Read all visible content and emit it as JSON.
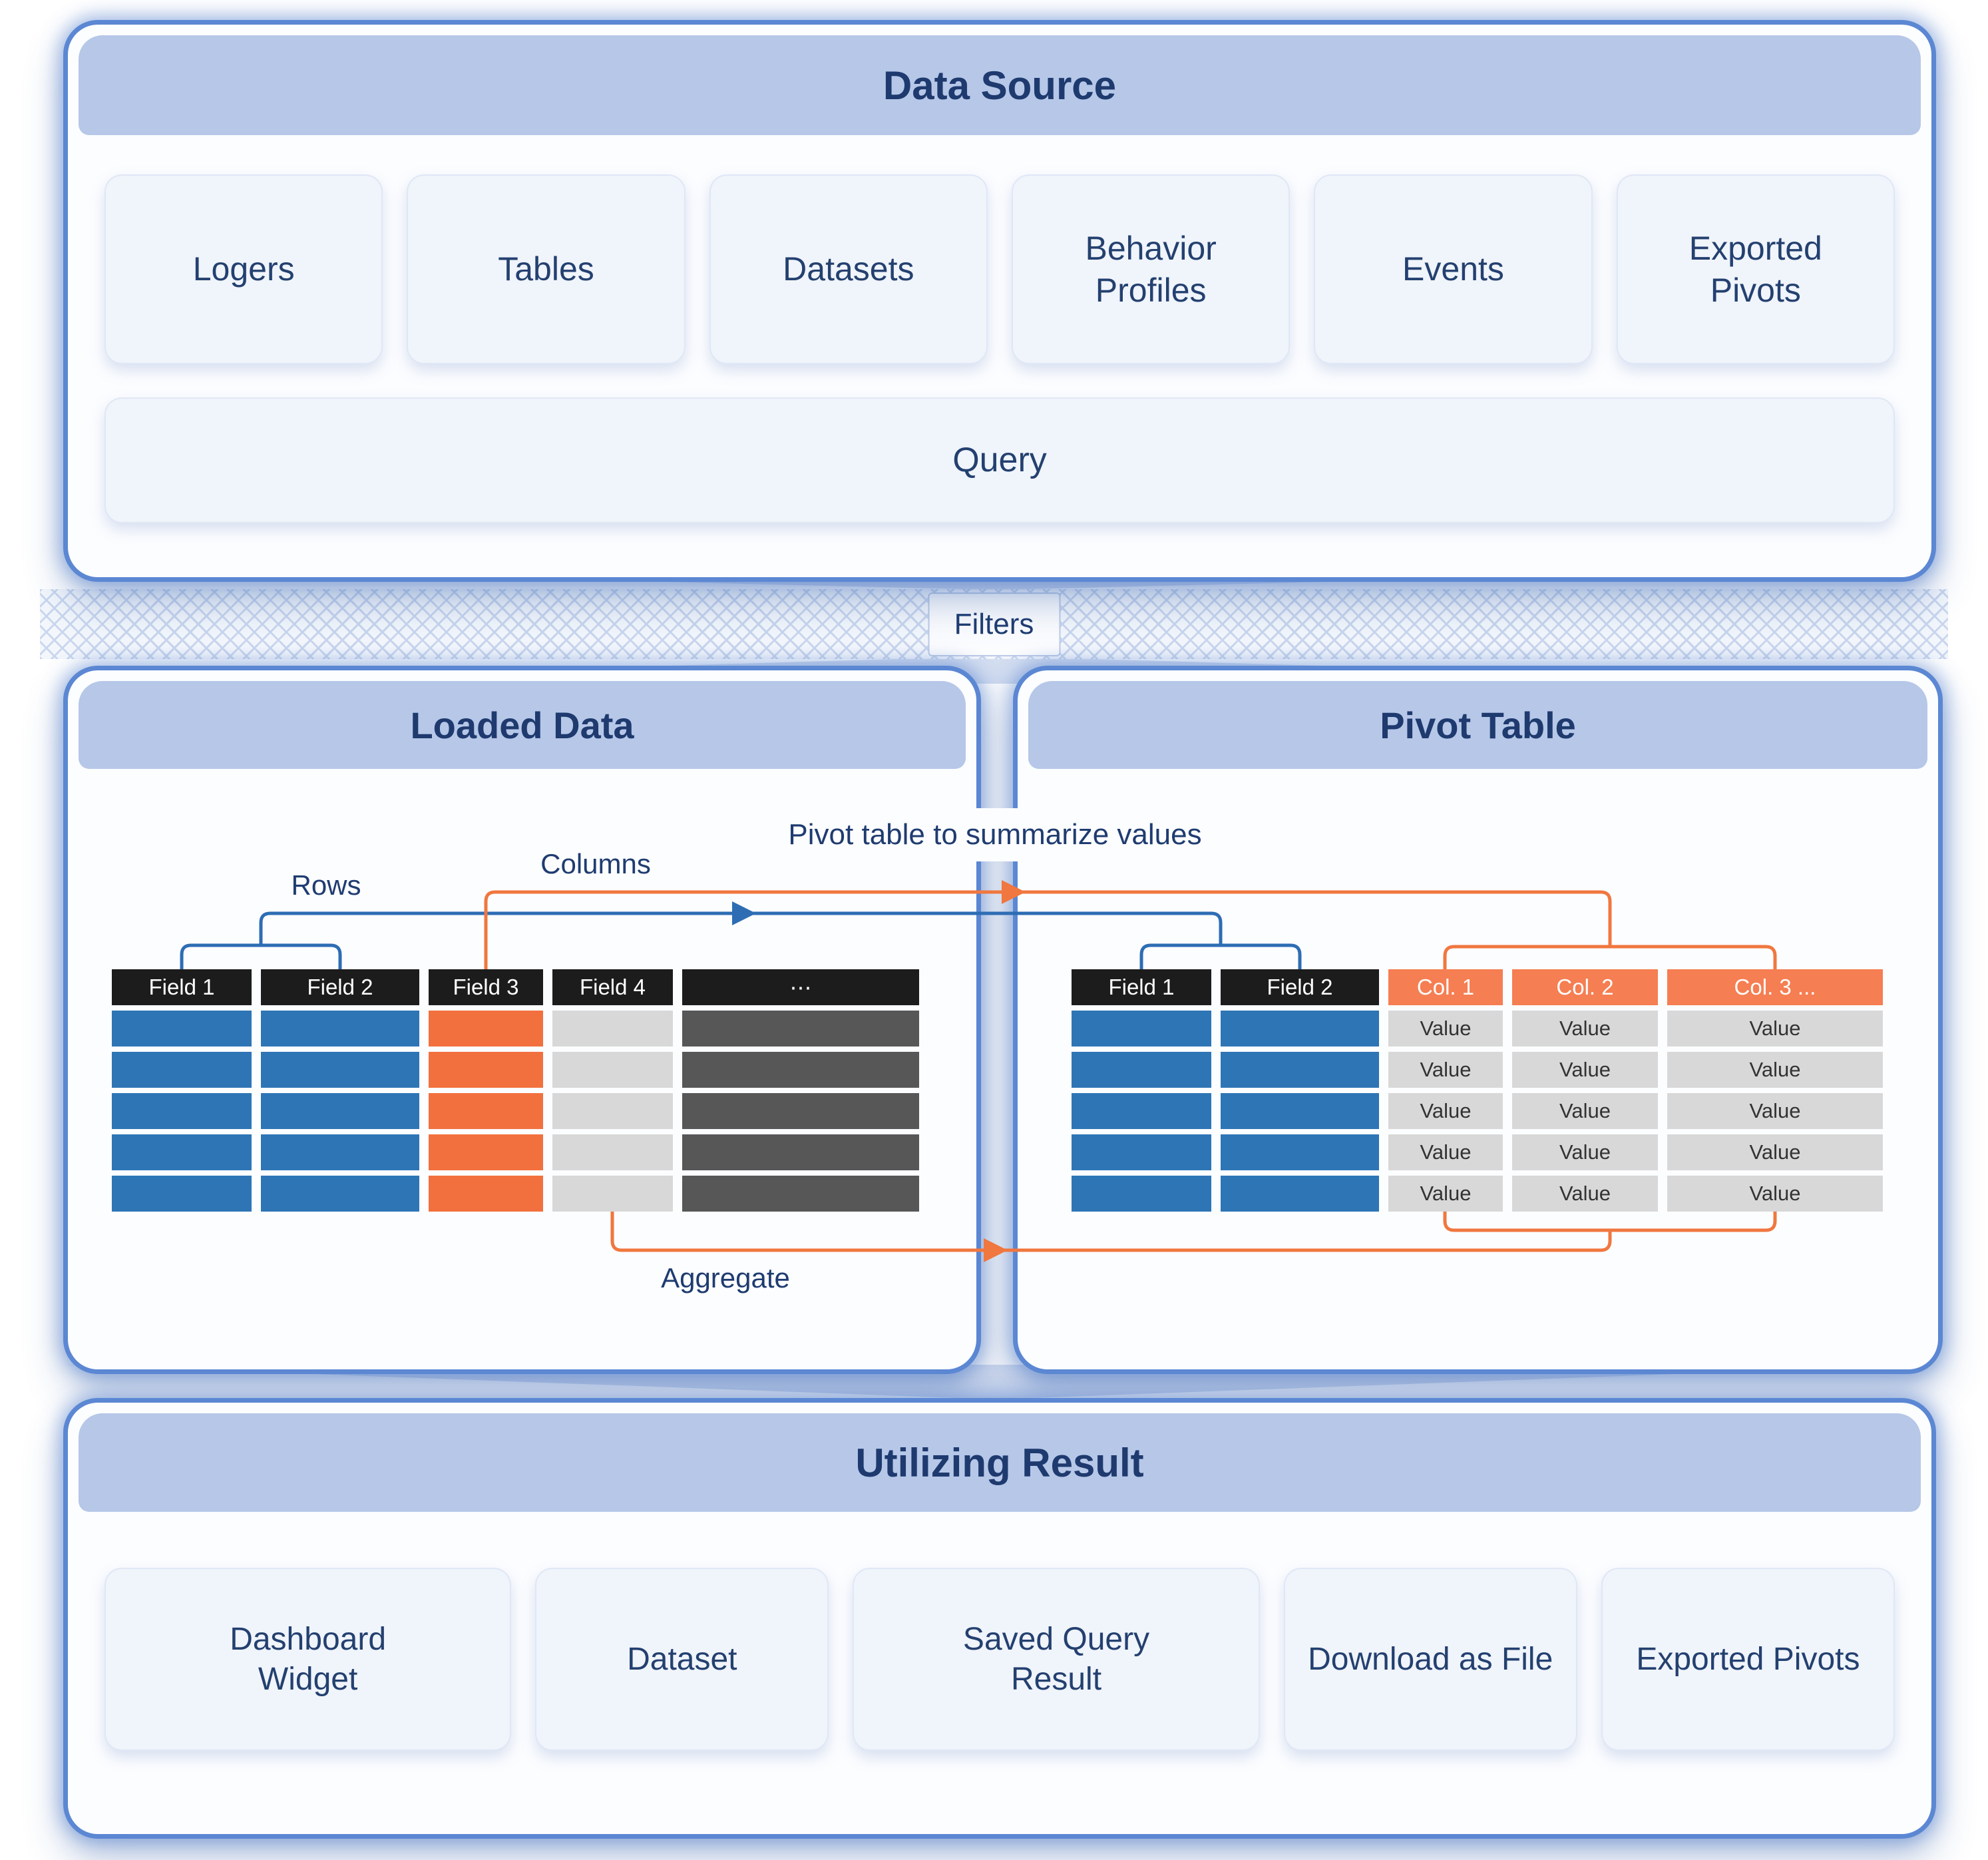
{
  "colors": {
    "header-bar": "#b6c7e8",
    "title-text": "#1e3a6e",
    "card-bg": "#f0f4fb",
    "card-border": "#e0e7f5",
    "container-border": "#5b87d3",
    "cell-blue": "#2e75b6",
    "cell-orange": "#f2703e",
    "header-orange": "#f57e52",
    "header-black": "#1c1c1c",
    "cell-lightgray": "#d8d8d8",
    "cell-darkgray": "#575757",
    "arrow-blue": "#2e6db4",
    "arrow-orange": "#f0773f",
    "hatch": "#c9d6ee",
    "funnel": "#ccd8ef"
  },
  "data_source": {
    "title": "Data Source",
    "items": [
      "Logers",
      "Tables",
      "Datasets",
      "Behavior Profiles",
      "Events",
      "Exported Pivots"
    ],
    "query_label": "Query"
  },
  "filters": {
    "label": "Filters"
  },
  "loaded_data": {
    "title": "Loaded Data",
    "annotation": "Pivot table to summarize values",
    "rows_label": "Rows",
    "columns_label": "Columns",
    "aggregate_label": "Aggregate",
    "table": {
      "row_count": 5,
      "columns": [
        {
          "label": "Field 1",
          "header": "black",
          "cell": "blue"
        },
        {
          "label": "Field 2",
          "header": "black",
          "cell": "blue"
        },
        {
          "label": "Field 3",
          "header": "black",
          "cell": "orange"
        },
        {
          "label": "Field 4",
          "header": "black",
          "cell": "lightgray"
        },
        {
          "label": "⋯",
          "header": "black",
          "cell": "darkgray"
        }
      ]
    }
  },
  "pivot_table": {
    "title": "Pivot Table",
    "table": {
      "row_count": 5,
      "columns": [
        {
          "label": "Field 1",
          "header": "black",
          "cell": "blue"
        },
        {
          "label": "Field 2",
          "header": "black",
          "cell": "blue"
        },
        {
          "label": "Col. 1",
          "header": "orange",
          "cell": "gray",
          "text": "Value"
        },
        {
          "label": "Col. 2",
          "header": "orange",
          "cell": "gray",
          "text": "Value"
        },
        {
          "label": "Col. 3 ...",
          "header": "orange",
          "cell": "gray",
          "text": "Value"
        }
      ]
    }
  },
  "utilizing_result": {
    "title": "Utilizing Result",
    "items": [
      "Dashboard Widget",
      "Dataset",
      "Saved Query Result",
      "Download as File",
      "Exported Pivots"
    ]
  }
}
